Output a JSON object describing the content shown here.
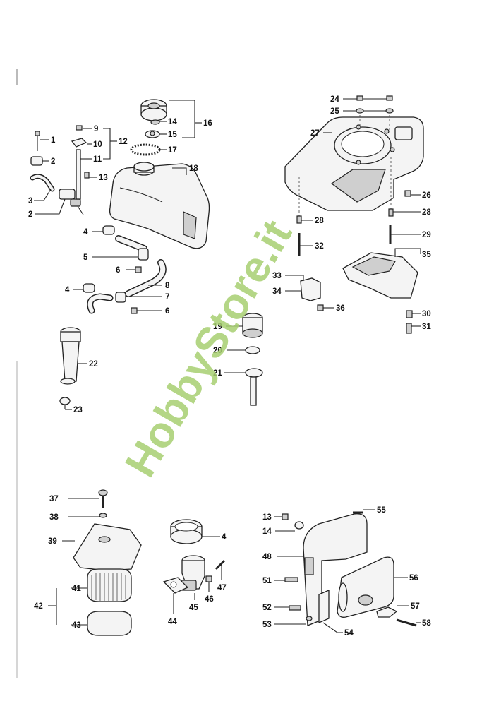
{
  "watermark": "HobbyStore.it",
  "callouts": {
    "n1": "1",
    "n2a": "2",
    "n2b": "2",
    "n3": "3",
    "n4a": "4",
    "n4b": "4",
    "n4c": "4",
    "n5": "5",
    "n6a": "6",
    "n6b": "6",
    "n7": "7",
    "n8": "8",
    "n9": "9",
    "n10": "10",
    "n11": "11",
    "n12": "12",
    "n13a": "13",
    "n13b": "13",
    "n14a": "14",
    "n14b": "14",
    "n15": "15",
    "n16": "16",
    "n17": "17",
    "n18": "18",
    "n19": "19",
    "n20": "20",
    "n21": "21",
    "n22": "22",
    "n23": "23",
    "n24": "24",
    "n25": "25",
    "n26": "26",
    "n27": "27",
    "n28a": "28",
    "n28b": "28",
    "n29": "29",
    "n30": "30",
    "n31": "31",
    "n32": "32",
    "n33": "33",
    "n34": "34",
    "n35": "35",
    "n36": "36",
    "n37": "37",
    "n38": "38",
    "n39": "39",
    "n41": "41",
    "n42": "42",
    "n43": "43",
    "n44": "44",
    "n45": "45",
    "n46": "46",
    "n47": "47",
    "n48": "48",
    "n51": "51",
    "n52": "52",
    "n53": "53",
    "n54": "54",
    "n55": "55",
    "n56": "56",
    "n57": "57",
    "n58": "58"
  }
}
